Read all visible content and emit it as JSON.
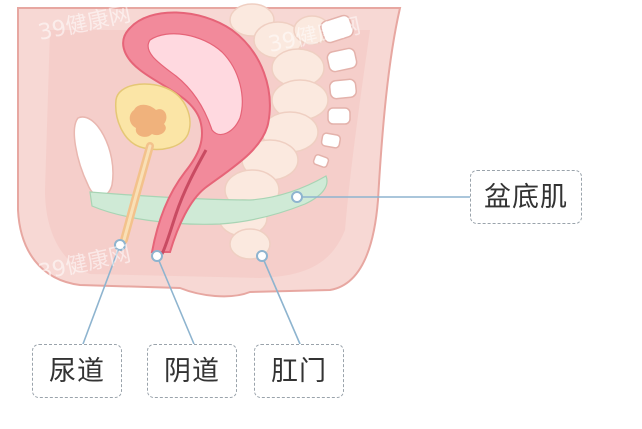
{
  "labels": {
    "urethra": "尿道",
    "vagina": "阴道",
    "anus": "肛门",
    "pelvic_floor": "盆底肌"
  },
  "watermark": "39健康网",
  "colors": {
    "skin": "#f7d8d4",
    "skin_outline": "#e7a7a1",
    "uterus": "#f28a9b",
    "uterus_dark": "#e66478",
    "uterus_inner": "#ffd9e0",
    "bladder": "#fbe5a6",
    "bladder_core": "#f0b27c",
    "pelvic_floor_muscle": "#cfead6",
    "intestine": "#fbe9df",
    "intestine_outline": "#efcfc2",
    "leader_line": "#8eb4cf",
    "label_border": "#9aa3ab"
  }
}
